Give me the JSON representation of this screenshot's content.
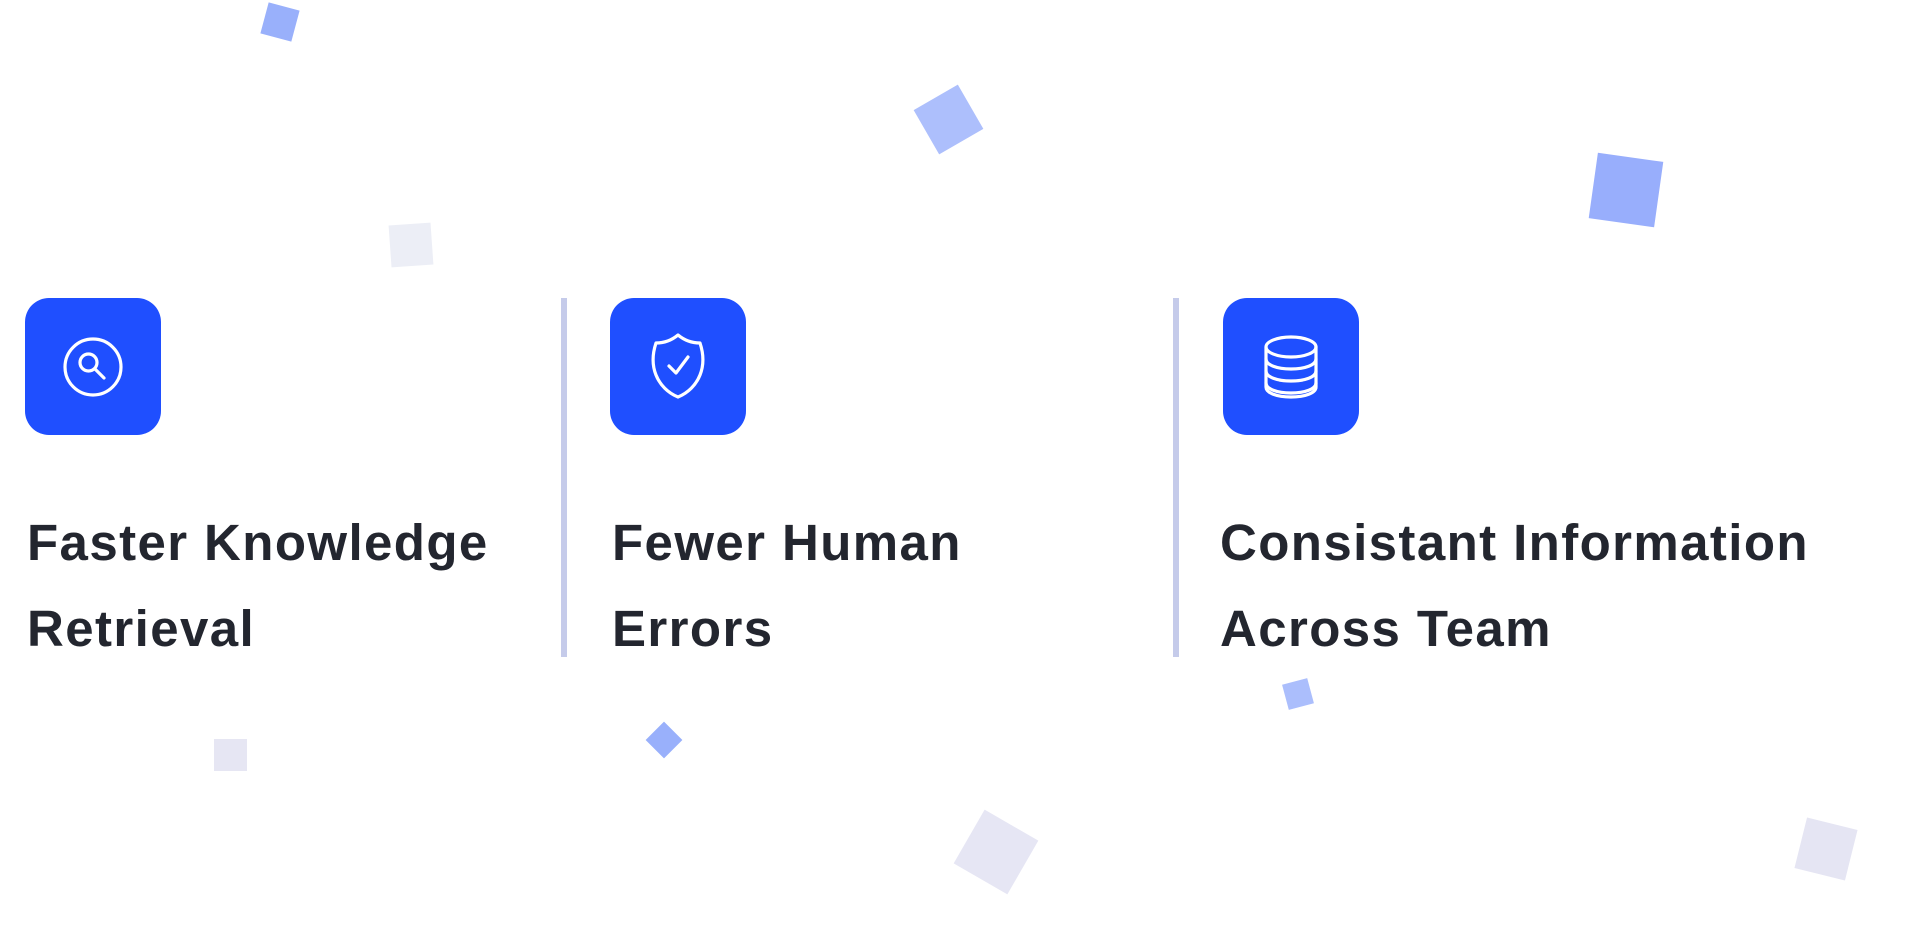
{
  "colors": {
    "accent": "#1f4fff",
    "text": "#23262f",
    "divider": "#c5cbea",
    "deco_blue": "#99b0fb",
    "deco_light_blue": "#adbffc",
    "deco_lavender": "#e6e6f3"
  },
  "features": [
    {
      "icon": "search-icon",
      "title_line1": "Faster Knowledge",
      "title_line2": "Retrieval"
    },
    {
      "icon": "shield-check-icon",
      "title_line1": "Fewer Human",
      "title_line2": "Errors"
    },
    {
      "icon": "database-icon",
      "title_line1": "Consistant Information",
      "title_line2": "Across Team"
    }
  ]
}
